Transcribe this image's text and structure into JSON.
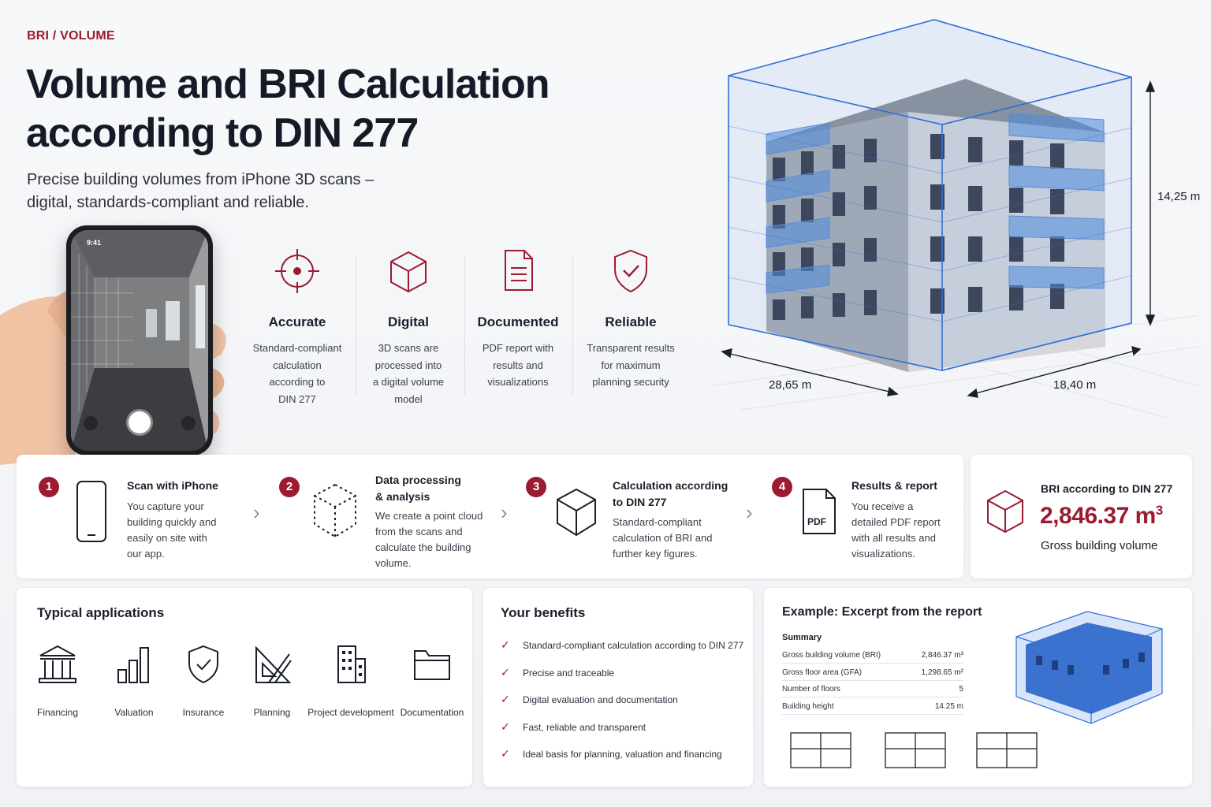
{
  "header": {
    "eyebrow": "BRI / VOLUME",
    "title_line1": "Volume and BRI Calculation",
    "title_line2": "according to DIN 277",
    "subtitle_line1": "Precise building volumes from iPhone 3D scans –",
    "subtitle_line2": "digital, standards-compliant and reliable."
  },
  "phone": {
    "time": "9:41"
  },
  "features": [
    {
      "icon": "target-icon",
      "title": "Accurate",
      "desc": [
        "Standard-compliant",
        "calculation",
        "according to",
        "DIN 277"
      ]
    },
    {
      "icon": "cube-icon",
      "title": "Digital",
      "desc": [
        "3D scans are",
        "processed into",
        "a digital volume",
        "model"
      ]
    },
    {
      "icon": "document-icon",
      "title": "Documented",
      "desc": [
        "PDF report with",
        "results and",
        "visualizations"
      ]
    },
    {
      "icon": "shield-check-icon",
      "title": "Reliable",
      "desc": [
        "Transparent results",
        "for maximum",
        "planning security"
      ]
    }
  ],
  "dimensions": {
    "height": "14,25 m",
    "length": "28,65 m",
    "width": "18,40 m"
  },
  "steps": [
    {
      "num": "1",
      "icon": "smartphone-icon",
      "title": [
        "Scan with iPhone"
      ],
      "desc": [
        "You capture your",
        "building quickly and",
        "easily on site with",
        "our app."
      ]
    },
    {
      "num": "2",
      "icon": "point-cloud-icon",
      "title": [
        "Data processing",
        "& analysis"
      ],
      "desc": [
        "We create a point cloud",
        "from the scans and",
        "calculate the building",
        "volume."
      ]
    },
    {
      "num": "3",
      "icon": "cube-icon",
      "title": [
        "Calculation according",
        "to DIN 277"
      ],
      "desc": [
        "Standard-compliant",
        "calculation of BRI and",
        "further key figures."
      ]
    },
    {
      "num": "4",
      "icon": "pdf-icon",
      "title": [
        "Results & report"
      ],
      "desc": [
        "You receive a",
        "detailed PDF report",
        "with all results and",
        "visualizations."
      ]
    }
  ],
  "pdf_label": "PDF",
  "result": {
    "label": "BRI according to DIN 277",
    "value": "2,846.37 m",
    "unit_exp": "3",
    "sub": "Gross building volume"
  },
  "applications": {
    "title": "Typical applications",
    "items": [
      {
        "icon": "bank-icon",
        "label": "Financing"
      },
      {
        "icon": "bar-chart-icon",
        "label": "Valuation"
      },
      {
        "icon": "shield-check-icon",
        "label": "Insurance"
      },
      {
        "icon": "ruler-triangle-icon",
        "label": "Planning"
      },
      {
        "icon": "office-building-icon",
        "label": "Project development"
      },
      {
        "icon": "folder-icon",
        "label": "Documentation"
      }
    ]
  },
  "benefits": {
    "title": "Your benefits",
    "items": [
      "Standard-compliant calculation according to DIN 277",
      "Precise and traceable",
      "Digital evaluation and documentation",
      "Fast, reliable and transparent",
      "Ideal basis for planning, valuation and financing"
    ]
  },
  "report": {
    "title": "Example: Excerpt from the report",
    "summary_label": "Summary",
    "rows": [
      {
        "label": "Gross building volume (BRI)",
        "value": "2,846.37 m³"
      },
      {
        "label": "Gross floor area (GFA)",
        "value": "1,298.65 m²"
      },
      {
        "label": "Number of floors",
        "value": "5"
      },
      {
        "label": "Building height",
        "value": "14.25 m"
      }
    ]
  },
  "colors": {
    "accent": "#9b1b30",
    "scan_blue": "#2f6fd6"
  }
}
